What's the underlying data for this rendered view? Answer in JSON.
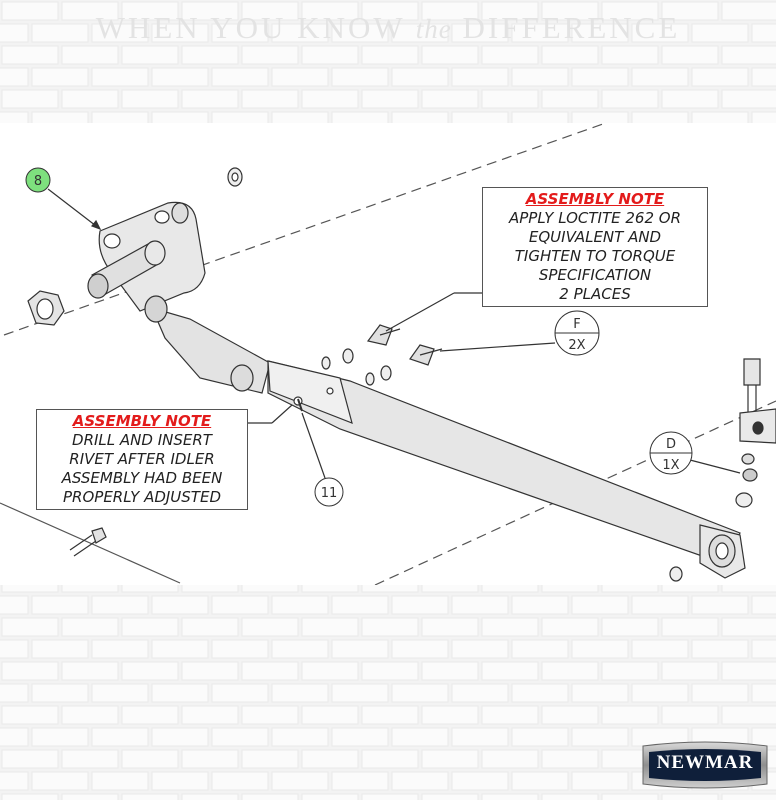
{
  "banner": {
    "part1": "WHEN YOU KNOW",
    "part2": "the",
    "part3": "DIFFERENCE"
  },
  "note_right": {
    "title": "ASSEMBLY NOTE",
    "lines": [
      "APPLY LOCTITE 262 OR",
      "EQUIVALENT AND",
      "TIGHTEN TO TORQUE",
      "SPECIFICATION",
      "2 PLACES"
    ]
  },
  "note_left": {
    "title": "ASSEMBLY NOTE",
    "lines": [
      "DRILL AND INSERT",
      "RIVET AFTER IDLER",
      "ASSEMBLY HAD BEEN",
      "PROPERLY ADJUSTED"
    ]
  },
  "callouts": {
    "item8": "8",
    "item11": "11",
    "f_top": "F",
    "f_bottom": "2X",
    "d_top": "D",
    "d_bottom": "1X"
  },
  "logo": {
    "text": "NEWMAR"
  },
  "colors": {
    "note_title": "#e31b1b",
    "item8_fill": "#7ee07e",
    "brick_line": "#ffffff"
  }
}
